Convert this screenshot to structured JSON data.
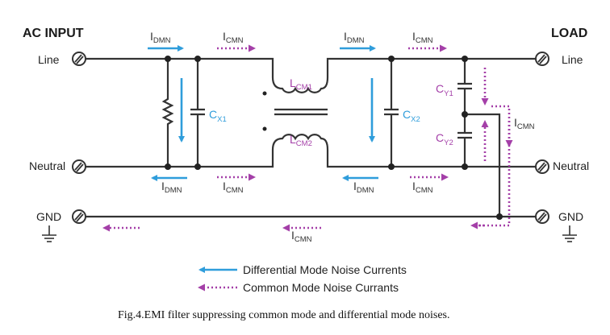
{
  "headers": {
    "input": "AC INPUT",
    "output": "LOAD"
  },
  "terminals": {
    "left": {
      "line": "Line",
      "neutral": "Neutral",
      "gnd": "GND"
    },
    "right": {
      "line": "Line",
      "neutral": "Neutral",
      "gnd": "GND"
    }
  },
  "components": {
    "cx1": {
      "main": "C",
      "sub": "X1"
    },
    "cx2": {
      "main": "C",
      "sub": "X2"
    },
    "cy1": {
      "main": "C",
      "sub": "Y1"
    },
    "cy2": {
      "main": "C",
      "sub": "Y2"
    },
    "lcm1": {
      "main": "L",
      "sub": "CM1"
    },
    "lcm2": {
      "main": "L",
      "sub": "CM2"
    }
  },
  "currents": {
    "i_main": "I",
    "dmn_sub": "DMN",
    "cmn_sub": "CMN"
  },
  "legend": {
    "differential": "Differential Mode Noise Currents",
    "common": "Common Mode Noise Currants"
  },
  "caption": "Fig.4.EMI filter suppressing common mode and differential mode noises.",
  "colors": {
    "differential": "#2f9ddb",
    "common": "#a43fa8",
    "wire": "#333333"
  }
}
